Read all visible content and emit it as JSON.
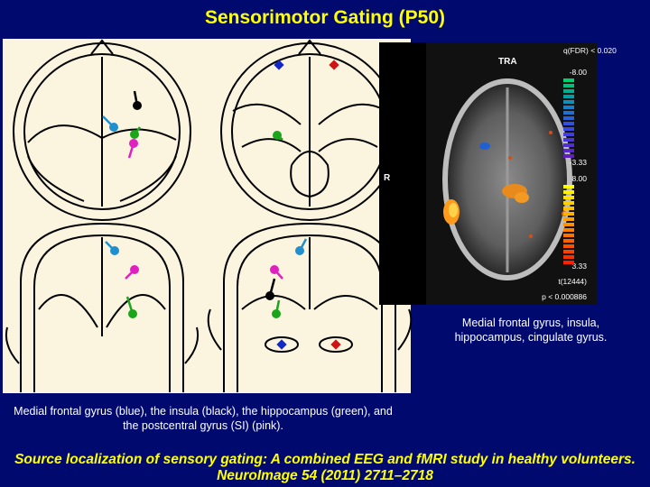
{
  "title": "Sensorimotor Gating (P50)",
  "mri": {
    "view_label": "TRA",
    "side_label": "R",
    "colorbar_top": "q(FDR) < 0.020",
    "tick_neg_max": "-8.00",
    "tick_neg_min": "-3.33",
    "tick_pos_max": "8.00",
    "tick_pos_min": "3.33",
    "stat_label": "t(12444)",
    "p_value": "p < 0.000886"
  },
  "caption_right": "Medial frontal gyrus, insula, hippocampus, cingulate gyrus.",
  "caption_left": "Medial frontal gyrus (blue), the insula (black), the hippocampus (green), and the postcentral gyrus (SI) (pink).",
  "citation": "Source localization of sensory gating: A combined EEG and fMRI study in healthy volunteers. NeuroImage 54 (2011) 2711–2718",
  "colors": {
    "background": "#000a6e",
    "title": "#ffff00",
    "medial_frontal": "#1f8fd0",
    "insula": "#000000",
    "hippocampus": "#1aa51a",
    "postcentral": "#e020c0",
    "eye_left": "#1428c8",
    "eye_right": "#d01414"
  }
}
